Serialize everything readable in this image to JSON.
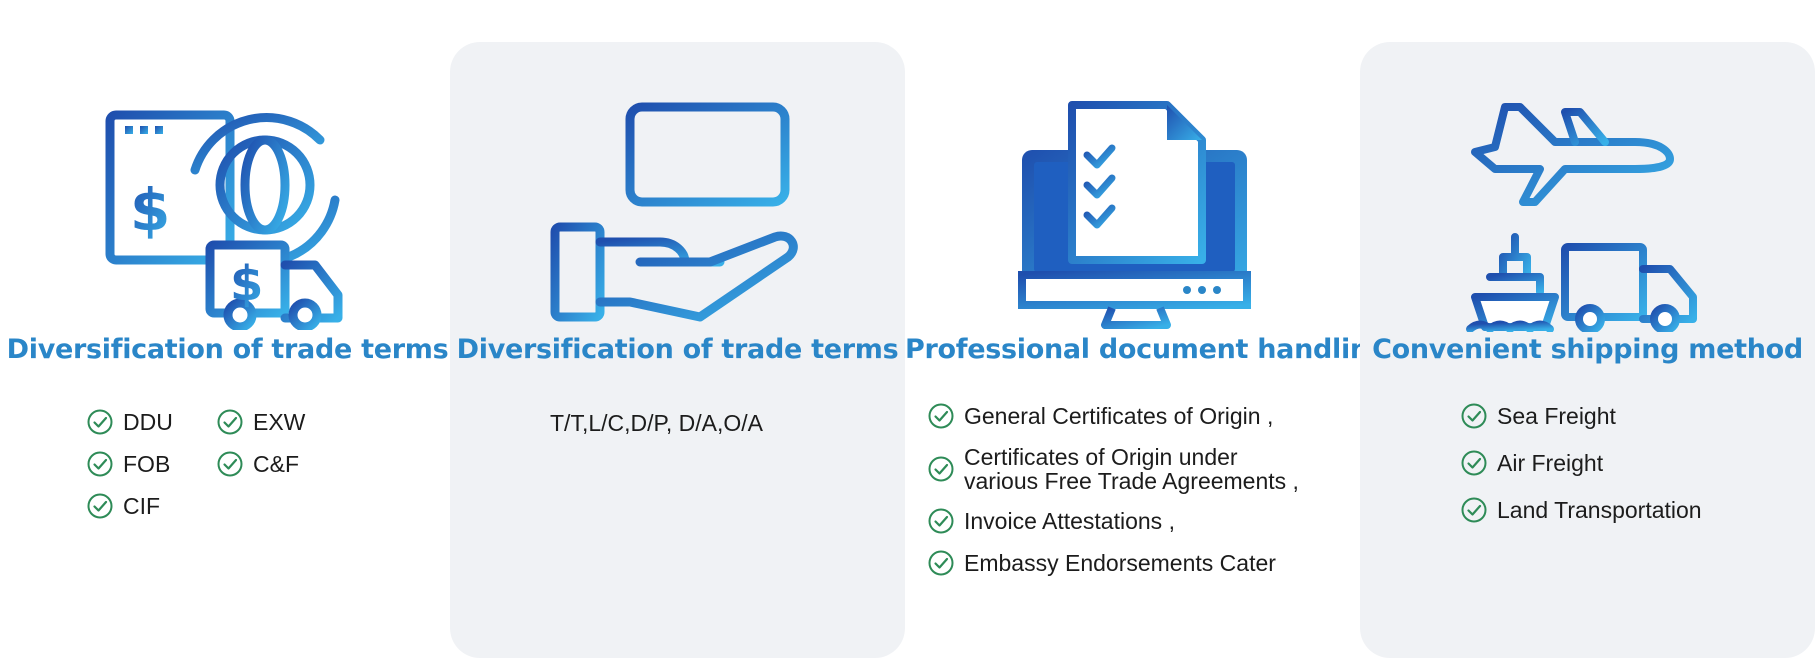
{
  "cards": [
    {
      "title": "Diversification of trade terms",
      "items": [
        "DDU",
        "EXW",
        "FOB",
        "C&F",
        "CIF"
      ]
    },
    {
      "title": "Diversification of trade terms",
      "text": "T/T,L/C,D/P, D/A,O/A"
    },
    {
      "title": "Professional document handling",
      "items": [
        "General Certificates of Origin ,",
        "Certificates of Origin under",
        "various Free Trade Agreements ,",
        "Invoice Attestations ,",
        "Embassy Endorsements Cater"
      ]
    },
    {
      "title": "Convenient shipping method",
      "items": [
        "Sea Freight",
        "Air Freight",
        "Land Transportation"
      ]
    }
  ],
  "icons": {
    "card1": "trade-globe-truck-icon",
    "card2": "payment-hand-card-icon",
    "card3": "document-monitor-icon",
    "card4": "shipping-plane-ship-truck-icon",
    "check": "check-circle-icon"
  },
  "colors": {
    "title": "#2a86c8",
    "icon_dark": "#1f55b3",
    "icon_light": "#35a9e3",
    "check": "#2e8b57",
    "card_bg": "#f0f2f5"
  }
}
